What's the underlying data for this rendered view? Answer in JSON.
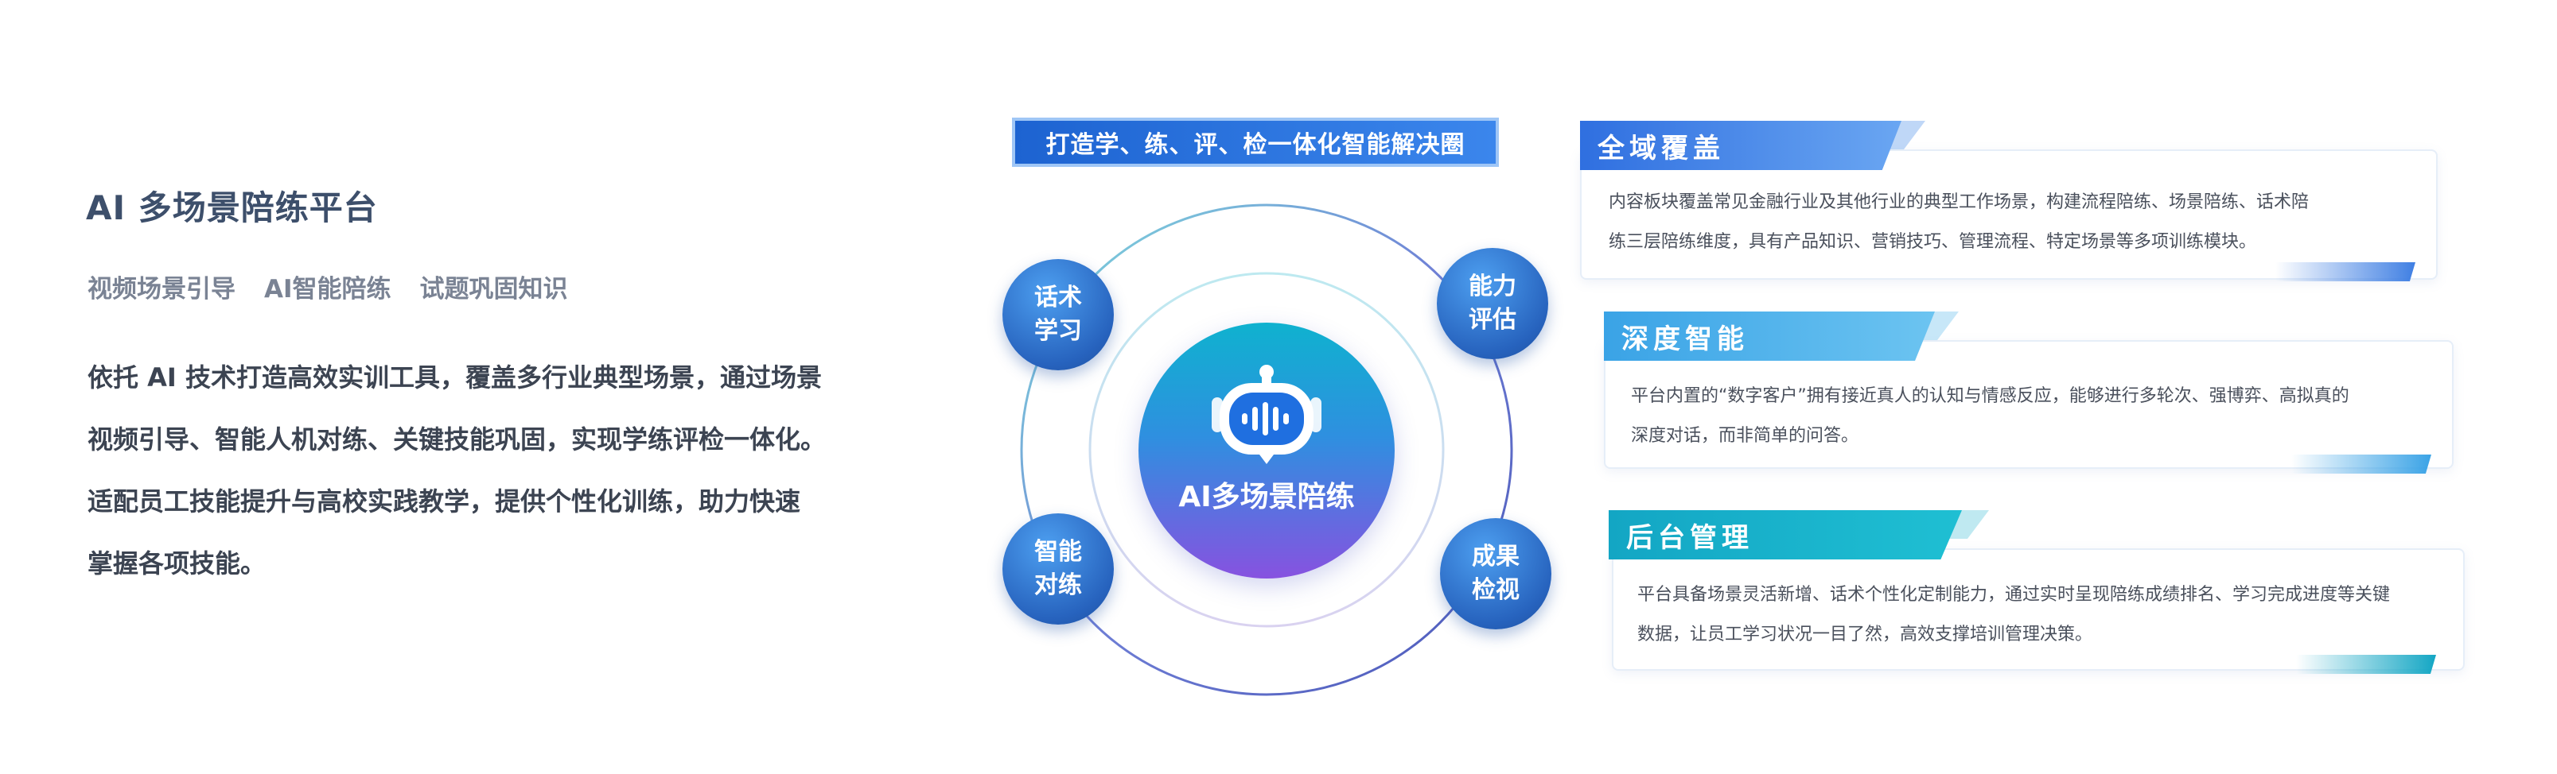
{
  "left": {
    "title": "AI 多场景陪练平台",
    "tags": [
      "视频场景引导",
      "AI智能陪练",
      "试题巩固知识"
    ],
    "description": [
      "依托 AI 技术打造高效实训工具，覆盖多行业典型场景，通过场景",
      "视频引导、智能人机对练、关键技能巩固，实现学练评检一体化。",
      "适配员工技能提升与高校实践教学，提供个性化训练，助力快速",
      "掌握各项技能。"
    ]
  },
  "diagram": {
    "banner": "打造学、练、评、检一体化智能解决圈",
    "center_label": "AI多场景陪练",
    "nodes": {
      "top_left": "话术学习",
      "top_right": "能力评估",
      "bottom_left": "智能对练",
      "bottom_right": "成果检视"
    }
  },
  "cards": [
    {
      "title": "全域覆盖",
      "lines": [
        "内容板块覆盖常见金融行业及其他行业的典型工作场景，构建流程陪练、场景陪练、话术陪",
        "练三层陪练维度，具有产品知识、营销技巧、管理流程、特定场景等多项训练模块。"
      ],
      "color": "#3f7fe3"
    },
    {
      "title": "深度智能",
      "lines": [
        "平台内置的“数字客户”拥有接近真人的认知与情感反应，能够进行多轮次、强博弈、高拟真的",
        "深度对话，而非简单的问答。"
      ],
      "color": "#3aa3e6"
    },
    {
      "title": "后台管理",
      "lines": [
        "平台具备场景灵活新增、话术个性化定制能力，通过实时呈现陪练成绩排名、学习完成进度等关键",
        "数据，让员工学习状况一目了然，高效支撑培训管理决策。"
      ],
      "color": "#13a6c4"
    }
  ]
}
